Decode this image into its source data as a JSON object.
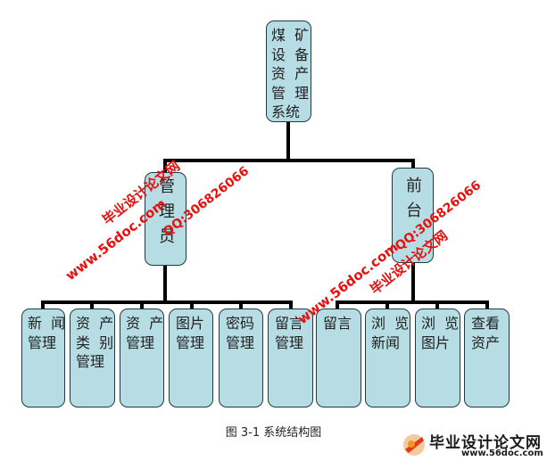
{
  "root": {
    "label": "煤  矿\n设  备\n资  产\n管  理\n系统"
  },
  "admin": {
    "label": "管\n理\n员"
  },
  "front": {
    "label": "前\n台"
  },
  "admin_children": [
    {
      "label": "新  闻\n管理"
    },
    {
      "label": "资  产\n类  别\n管理"
    },
    {
      "label": "资  产\n管理"
    },
    {
      "label": "图片\n管理"
    },
    {
      "label": "密码\n管理"
    },
    {
      "label": "留言\n管理"
    }
  ],
  "front_children": [
    {
      "label": "留言"
    },
    {
      "label": "浏  览\n新闻"
    },
    {
      "label": "浏  览\n图片"
    },
    {
      "label": "查看\n资产"
    }
  ],
  "caption": "图 3-1 系统结构图",
  "watermarks": {
    "site": "www.56doc.com",
    "qq": "QQ:306826066",
    "title": "毕业设计论文网"
  },
  "logo": {
    "text": "毕业设计论文网",
    "url": "www.56doc.com"
  },
  "colors": {
    "box_fill": "#b7dde4",
    "box_border": "#1f3a44",
    "line": "#000000",
    "watermark": "#e8100e"
  }
}
